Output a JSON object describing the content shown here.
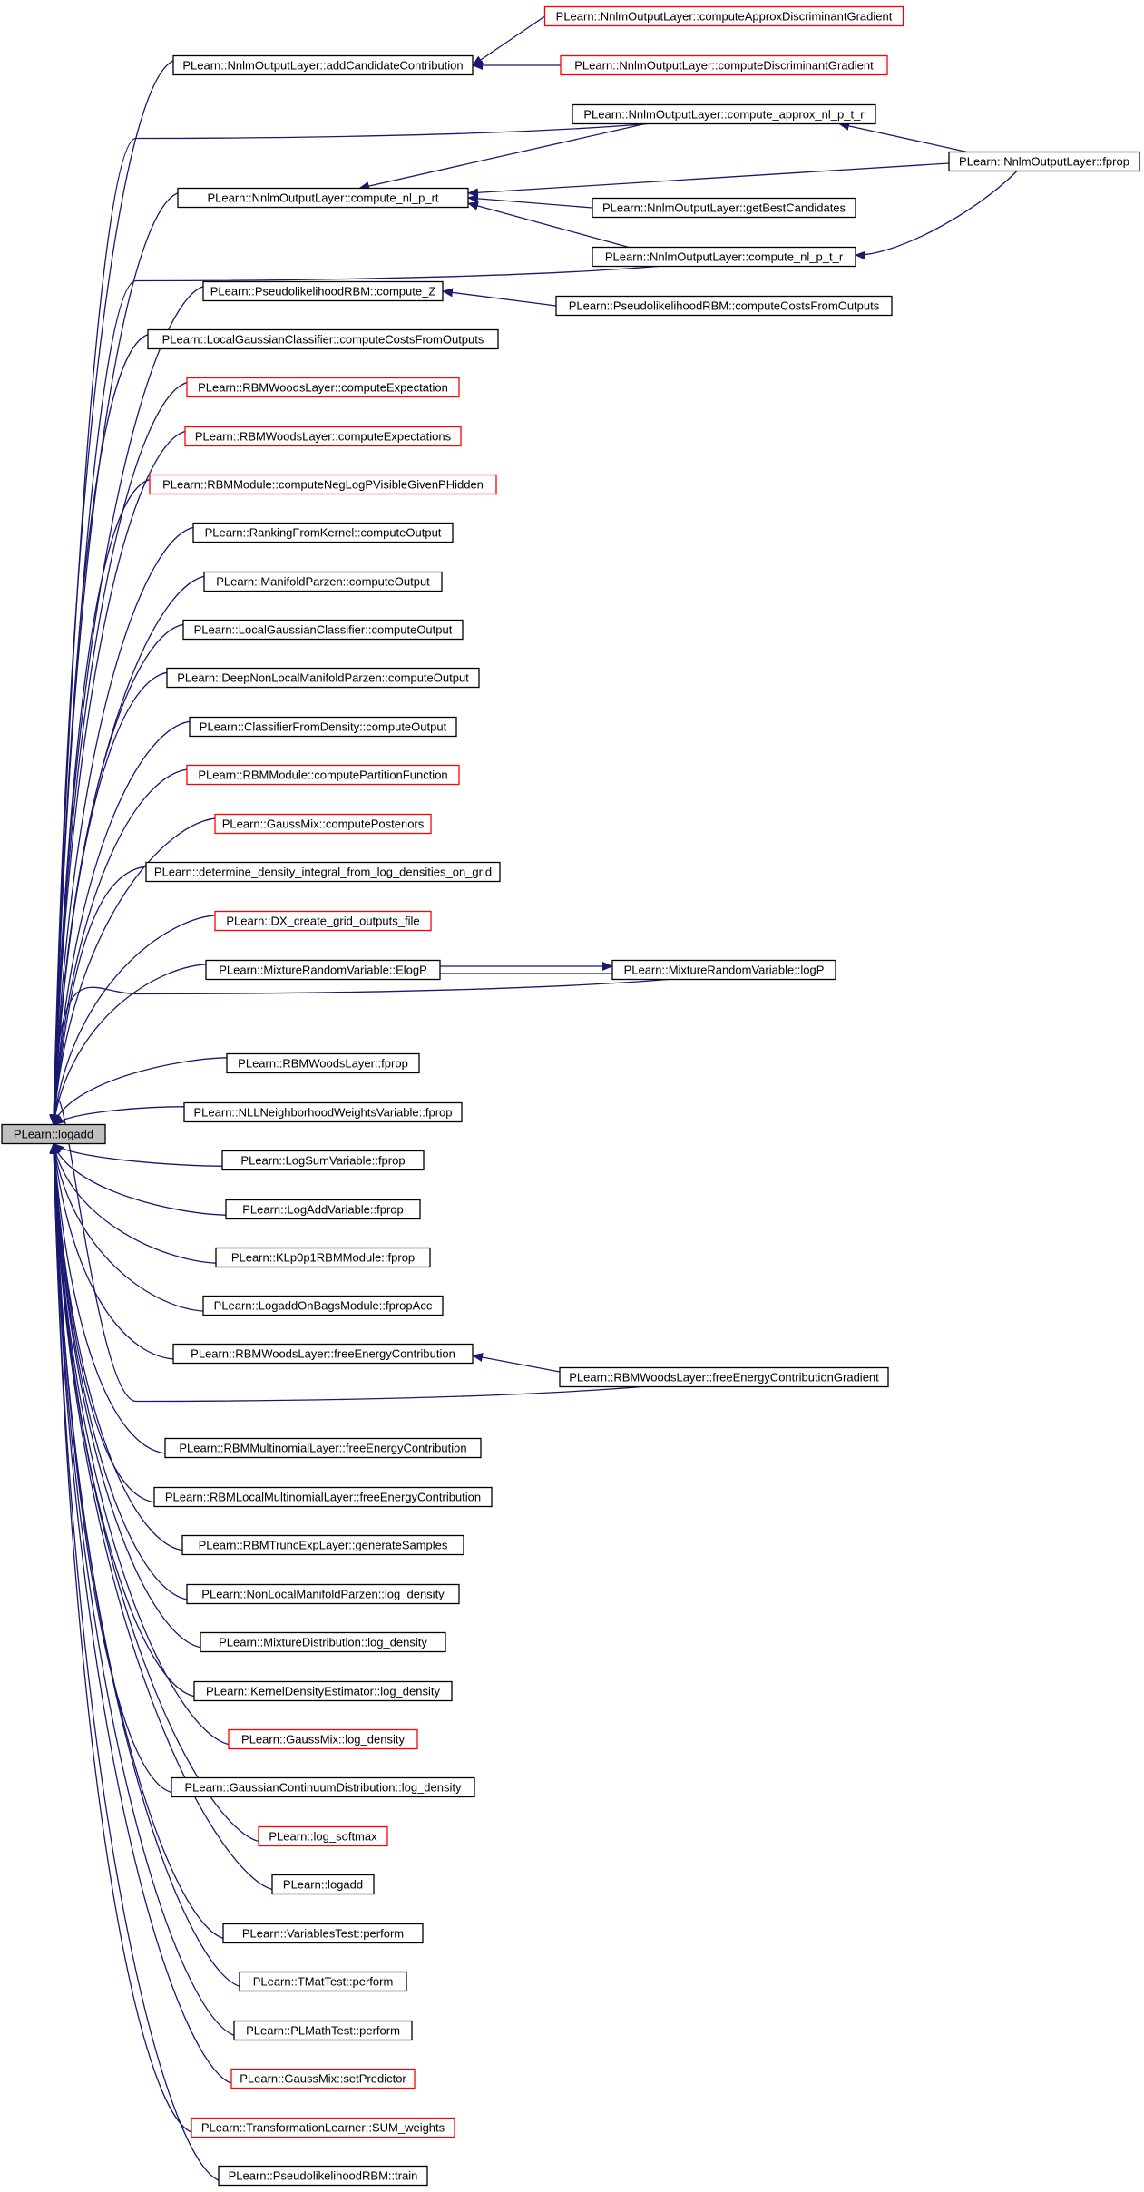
{
  "nodes": [
    {
      "id": "root",
      "label": "PLearn::logadd",
      "style": "root"
    },
    {
      "id": "n1",
      "label": "PLearn::NnlmOutputLayer::addCandidateContribution",
      "style": "black"
    },
    {
      "id": "n2",
      "label": "PLearn::NnlmOutputLayer::computeApproxDiscriminantGradient",
      "style": "red"
    },
    {
      "id": "n3",
      "label": "PLearn::NnlmOutputLayer::computeDiscriminantGradient",
      "style": "red"
    },
    {
      "id": "n4",
      "label": "PLearn::NnlmOutputLayer::compute_approx_nl_p_t_r",
      "style": "black"
    },
    {
      "id": "n5",
      "label": "PLearn::NnlmOutputLayer::fprop",
      "style": "black"
    },
    {
      "id": "n6",
      "label": "PLearn::NnlmOutputLayer::compute_nl_p_rt",
      "style": "black"
    },
    {
      "id": "n7",
      "label": "PLearn::NnlmOutputLayer::getBestCandidates",
      "style": "black"
    },
    {
      "id": "n8",
      "label": "PLearn::NnlmOutputLayer::compute_nl_p_t_r",
      "style": "black"
    },
    {
      "id": "n9",
      "label": "PLearn::PseudolikelihoodRBM::compute_Z",
      "style": "black"
    },
    {
      "id": "n10",
      "label": "PLearn::PseudolikelihoodRBM::computeCostsFromOutputs",
      "style": "black"
    },
    {
      "id": "n11",
      "label": "PLearn::LocalGaussianClassifier::computeCostsFromOutputs",
      "style": "black"
    },
    {
      "id": "n12",
      "label": "PLearn::RBMWoodsLayer::computeExpectation",
      "style": "red"
    },
    {
      "id": "n13",
      "label": "PLearn::RBMWoodsLayer::computeExpectations",
      "style": "red"
    },
    {
      "id": "n14",
      "label": "PLearn::RBMModule::computeNegLogPVisibleGivenPHidden",
      "style": "red"
    },
    {
      "id": "n15",
      "label": "PLearn::RankingFromKernel::computeOutput",
      "style": "black"
    },
    {
      "id": "n16",
      "label": "PLearn::ManifoldParzen::computeOutput",
      "style": "black"
    },
    {
      "id": "n17",
      "label": "PLearn::LocalGaussianClassifier::computeOutput",
      "style": "black"
    },
    {
      "id": "n18",
      "label": "PLearn::DeepNonLocalManifoldParzen::computeOutput",
      "style": "black"
    },
    {
      "id": "n19",
      "label": "PLearn::ClassifierFromDensity::computeOutput",
      "style": "black"
    },
    {
      "id": "n20",
      "label": "PLearn::RBMModule::computePartitionFunction",
      "style": "red"
    },
    {
      "id": "n21",
      "label": "PLearn::GaussMix::computePosteriors",
      "style": "red"
    },
    {
      "id": "n22",
      "label": "PLearn::determine_density_integral_from_log_densities_on_grid",
      "style": "black"
    },
    {
      "id": "n23",
      "label": "PLearn::DX_create_grid_outputs_file",
      "style": "red"
    },
    {
      "id": "n24",
      "label": "PLearn::MixtureRandomVariable::ElogP",
      "style": "black"
    },
    {
      "id": "n25",
      "label": "PLearn::MixtureRandomVariable::logP",
      "style": "black"
    },
    {
      "id": "n26",
      "label": "PLearn::RBMWoodsLayer::fprop",
      "style": "black"
    },
    {
      "id": "n27",
      "label": "PLearn::NLLNeighborhoodWeightsVariable::fprop",
      "style": "black"
    },
    {
      "id": "n28",
      "label": "PLearn::LogSumVariable::fprop",
      "style": "black"
    },
    {
      "id": "n29",
      "label": "PLearn::LogAddVariable::fprop",
      "style": "black"
    },
    {
      "id": "n30",
      "label": "PLearn::KLp0p1RBMModule::fprop",
      "style": "black"
    },
    {
      "id": "n31",
      "label": "PLearn::LogaddOnBagsModule::fpropAcc",
      "style": "black"
    },
    {
      "id": "n32",
      "label": "PLearn::RBMWoodsLayer::freeEnergyContribution",
      "style": "black"
    },
    {
      "id": "n33",
      "label": "PLearn::RBMWoodsLayer::freeEnergyContributionGradient",
      "style": "black"
    },
    {
      "id": "n34",
      "label": "PLearn::RBMMultinomialLayer::freeEnergyContribution",
      "style": "black"
    },
    {
      "id": "n35",
      "label": "PLearn::RBMLocalMultinomialLayer::freeEnergyContribution",
      "style": "black"
    },
    {
      "id": "n36",
      "label": "PLearn::RBMTruncExpLayer::generateSamples",
      "style": "black"
    },
    {
      "id": "n37",
      "label": "PLearn::NonLocalManifoldParzen::log_density",
      "style": "black"
    },
    {
      "id": "n38",
      "label": "PLearn::MixtureDistribution::log_density",
      "style": "black"
    },
    {
      "id": "n39",
      "label": "PLearn::KernelDensityEstimator::log_density",
      "style": "black"
    },
    {
      "id": "n40",
      "label": "PLearn::GaussMix::log_density",
      "style": "red"
    },
    {
      "id": "n41",
      "label": "PLearn::GaussianContinuumDistribution::log_density",
      "style": "black"
    },
    {
      "id": "n42",
      "label": "PLearn::log_softmax",
      "style": "red"
    },
    {
      "id": "n43",
      "label": "PLearn::logadd",
      "style": "black"
    },
    {
      "id": "n44",
      "label": "PLearn::VariablesTest::perform",
      "style": "black"
    },
    {
      "id": "n45",
      "label": "PLearn::TMatTest::perform",
      "style": "black"
    },
    {
      "id": "n46",
      "label": "PLearn::PLMathTest::perform",
      "style": "black"
    },
    {
      "id": "n47",
      "label": "PLearn::GaussMix::setPredictor",
      "style": "red"
    },
    {
      "id": "n48",
      "label": "PLearn::TransformationLearner::SUM_weights",
      "style": "red"
    },
    {
      "id": "n49",
      "label": "PLearn::PseudolikelihoodRBM::train",
      "style": "black"
    }
  ],
  "edges": [
    {
      "from": "n1",
      "to": "root"
    },
    {
      "from": "n2",
      "to": "n1"
    },
    {
      "from": "n3",
      "to": "n1"
    },
    {
      "from": "n4",
      "to": "root"
    },
    {
      "from": "n4",
      "to": "n6"
    },
    {
      "from": "n5",
      "to": "n4"
    },
    {
      "from": "n5",
      "to": "n6"
    },
    {
      "from": "n5",
      "to": "n8"
    },
    {
      "from": "n6",
      "to": "root"
    },
    {
      "from": "n7",
      "to": "n6"
    },
    {
      "from": "n8",
      "to": "n6"
    },
    {
      "from": "n8",
      "to": "root"
    },
    {
      "from": "n9",
      "to": "root"
    },
    {
      "from": "n10",
      "to": "n9"
    },
    {
      "from": "n11",
      "to": "root"
    },
    {
      "from": "n12",
      "to": "root"
    },
    {
      "from": "n13",
      "to": "root"
    },
    {
      "from": "n14",
      "to": "root"
    },
    {
      "from": "n15",
      "to": "root"
    },
    {
      "from": "n16",
      "to": "root"
    },
    {
      "from": "n17",
      "to": "root"
    },
    {
      "from": "n18",
      "to": "root"
    },
    {
      "from": "n19",
      "to": "root"
    },
    {
      "from": "n20",
      "to": "root"
    },
    {
      "from": "n21",
      "to": "root"
    },
    {
      "from": "n22",
      "to": "root"
    },
    {
      "from": "n23",
      "to": "root"
    },
    {
      "from": "n24",
      "to": "root"
    },
    {
      "from": "n24",
      "to": "n25"
    },
    {
      "from": "n25",
      "to": "n24"
    },
    {
      "from": "n25",
      "to": "root"
    },
    {
      "from": "n26",
      "to": "root"
    },
    {
      "from": "n27",
      "to": "root"
    },
    {
      "from": "n28",
      "to": "root"
    },
    {
      "from": "n29",
      "to": "root"
    },
    {
      "from": "n30",
      "to": "root"
    },
    {
      "from": "n31",
      "to": "root"
    },
    {
      "from": "n32",
      "to": "root"
    },
    {
      "from": "n33",
      "to": "n32"
    },
    {
      "from": "n33",
      "to": "root"
    },
    {
      "from": "n34",
      "to": "root"
    },
    {
      "from": "n35",
      "to": "root"
    },
    {
      "from": "n36",
      "to": "root"
    },
    {
      "from": "n37",
      "to": "root"
    },
    {
      "from": "n38",
      "to": "root"
    },
    {
      "from": "n39",
      "to": "root"
    },
    {
      "from": "n40",
      "to": "root"
    },
    {
      "from": "n41",
      "to": "root"
    },
    {
      "from": "n42",
      "to": "root"
    },
    {
      "from": "n43",
      "to": "root"
    },
    {
      "from": "n44",
      "to": "root"
    },
    {
      "from": "n45",
      "to": "root"
    },
    {
      "from": "n46",
      "to": "root"
    },
    {
      "from": "n47",
      "to": "root"
    },
    {
      "from": "n48",
      "to": "root"
    },
    {
      "from": "n49",
      "to": "root"
    }
  ],
  "colors": {
    "edge": "#191970",
    "node_border": "#000000",
    "node_border_red": "#ff0000",
    "root_fill": "#bfbfbf"
  }
}
